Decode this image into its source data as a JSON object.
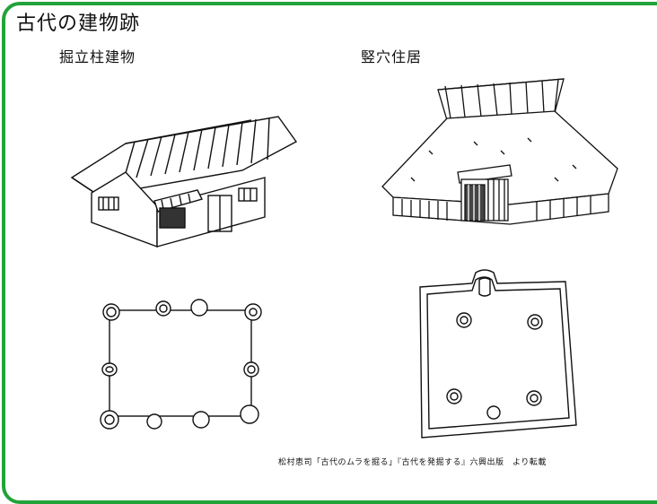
{
  "title": "古代の建物跡",
  "labels": {
    "pillar_building": "掘立柱建物",
    "pit_dwelling": "竪穴住居"
  },
  "credit": "松村恵司「古代のムラを掘る」『古代を発掘する』六興出版　より転載",
  "colors": {
    "frame": "#22a33a",
    "ink": "#111111"
  }
}
